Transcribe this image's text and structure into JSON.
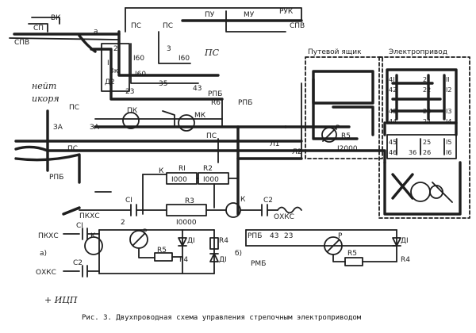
{
  "labels": {
    "vk": "ВК",
    "sp": "СП",
    "spv_left": "СПВ",
    "a": "а",
    "ps_top": "ПС",
    "ps_top2": "ПС",
    "n2": "2",
    "n3": "3",
    "n160a": "I60",
    "n160b": "I60",
    "n160c": "I60",
    "n1": "I",
    "n3k": "3к",
    "d2": "Д2",
    "n35": "35",
    "n23": "23",
    "n43": "43",
    "pu": "ПУ",
    "mu": "МУ",
    "ruk": "РУК",
    "spv_right": "СПВ",
    "rpb_top": "РПБ",
    "r6": "R6",
    "rpb2": "РПБ",
    "track_box": "Путевой ящик",
    "drive": "Электропривод",
    "pk": "ПК",
    "mk": "МК",
    "ps_mid": "ПС",
    "ps_mid2": "ПС",
    "z_a": "ЗА",
    "z_a2": "ЗА",
    "ps_left": "ПС",
    "rpb_left": "РПБ",
    "r_mid": "Р",
    "r5_mid": "R5",
    "n12000": "I2000",
    "l1": "Л1",
    "l2": "Л2",
    "r1": "RI",
    "r1v": "I000",
    "r2": "R2",
    "r2v": "I000",
    "r3": "R3",
    "r3v": "I0000",
    "k1": "К",
    "k2": "К",
    "c1": "CI",
    "c2": "C2",
    "pkhs_mid": "ПКХС",
    "oxks_mid": "ОХКС",
    "n2_mid": "2",
    "pkhs_a": "ПКХС",
    "oxks_a": "ОХКС",
    "c1_a": "CI",
    "c2_a": "C2",
    "k_a": "К",
    "r_a": "Р",
    "r5_a": "R5",
    "d1_a": "ДI",
    "d1_a2": "ДI",
    "r4_a": "R4",
    "p4_a": "Р4",
    "lbl_a": "а)",
    "lbl_b": "б)",
    "rpb_b": "РПБ",
    "n43_b": "43",
    "n23_b": "23",
    "rmb_b": "РМБ",
    "r_b": "Р",
    "r5_b": "R5",
    "d1_b": "ДI",
    "r4_b": "R4",
    "t41": "4I",
    "t42": "42",
    "t43": "43",
    "t44": "44",
    "t45": "45",
    "t46": "46",
    "t21": "2I",
    "t22": "22",
    "t23": "23",
    "t24": "24",
    "t25": "25",
    "t26": "26",
    "t36": "36",
    "t11": "II",
    "t12": "I2",
    "t13": "I3",
    "t14": "I4",
    "t15": "I5",
    "t16": "I6"
  },
  "handwriting": {
    "hw1": "нейт",
    "hw2": "икоря",
    "hw3": "+ ИЦП",
    "hw4": "ПС"
  },
  "caption": "Рис. 3. Двухпроводная схема управления стрелочным электроприводом"
}
